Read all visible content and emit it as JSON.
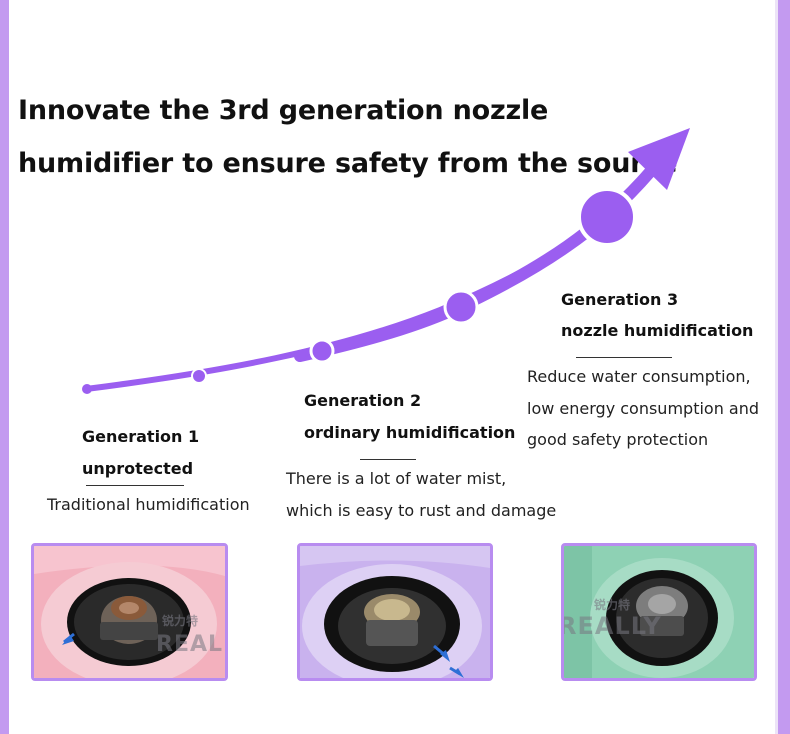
{
  "headline": {
    "line1": "Innovate the 3rd generation nozzle",
    "line2": "humidifier to ensure safety from the source"
  },
  "generations": [
    {
      "title_line1": "Generation 1",
      "title_line2": "unprotected",
      "desc_line1": "Traditional humidification"
    },
    {
      "title_line1": "Generation 2",
      "title_line2": "ordinary humidification",
      "desc_line1": "There is a lot of water mist,",
      "desc_line2": "which is easy to rust and damage"
    },
    {
      "title_line1": "Generation 3",
      "title_line2": "nozzle humidification",
      "desc_line1": "Reduce water consumption,",
      "desc_line2": "low energy consumption and",
      "desc_line3": "good safety protection"
    }
  ],
  "photos": [
    {
      "brand": "REALLY",
      "brand_cn": "锐力特",
      "tint": "#f1a9b8"
    },
    {
      "tint": "#c9b2ee"
    },
    {
      "brand": "REALLY",
      "brand_cn": "锐力特",
      "tint": "#8ed1b4"
    }
  ],
  "colors": {
    "accent": "#9b5ef0",
    "frame": "#c39af0"
  }
}
